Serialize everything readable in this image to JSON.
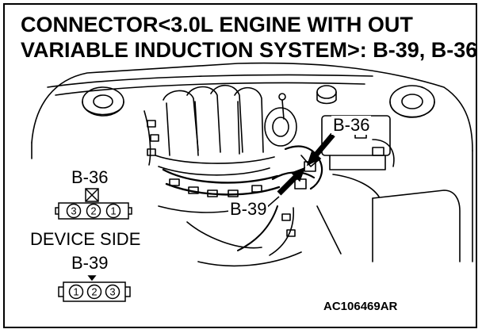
{
  "title": {
    "line1": "CONNECTOR<3.0L ENGINE WITH OUT",
    "line2": "VARIABLE INDUCTION SYSTEM>: B-39, B-36"
  },
  "callouts": {
    "b36_engine": "B-36",
    "b39_engine": "B-39"
  },
  "connector_b36": {
    "label": "B-36",
    "pins": [
      "3",
      "2",
      "1"
    ]
  },
  "device_side": "DEVICE SIDE",
  "connector_b39": {
    "label": "B-39",
    "pins": [
      "1",
      "2",
      "3"
    ]
  },
  "figure_code": "AC106469AR"
}
